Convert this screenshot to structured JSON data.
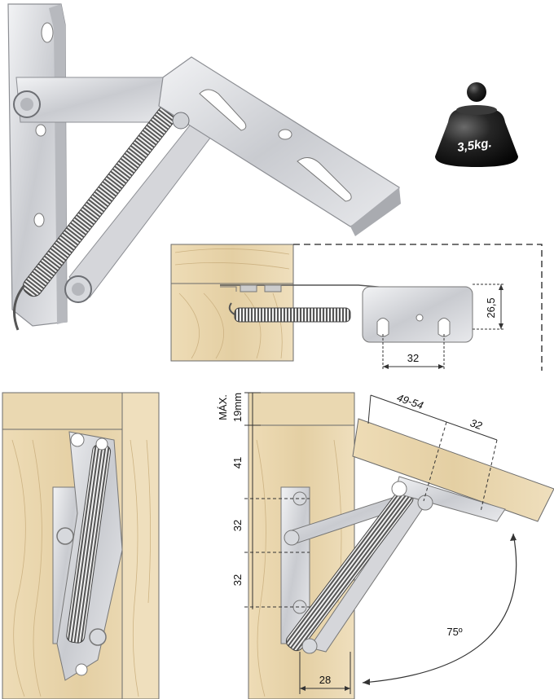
{
  "weight_badge": {
    "label": "3,5kg."
  },
  "top_view": {
    "dim_height": "26,5",
    "dim_width": "32"
  },
  "side_view": {
    "max_label": "MÁX.",
    "max_value": "19mm",
    "dim_41": "41",
    "dim_32_a": "32",
    "dim_32_b": "32",
    "dim_28": "28",
    "dim_49_54": "49-54",
    "dim_32_c": "32",
    "angle": "75º"
  },
  "colors": {
    "wood": "#e9d6ad",
    "wood_grain": "#cdb383",
    "metal": "#dcdde0",
    "metal_dark": "#9a9ca1",
    "weight": "#1b1b1b"
  }
}
